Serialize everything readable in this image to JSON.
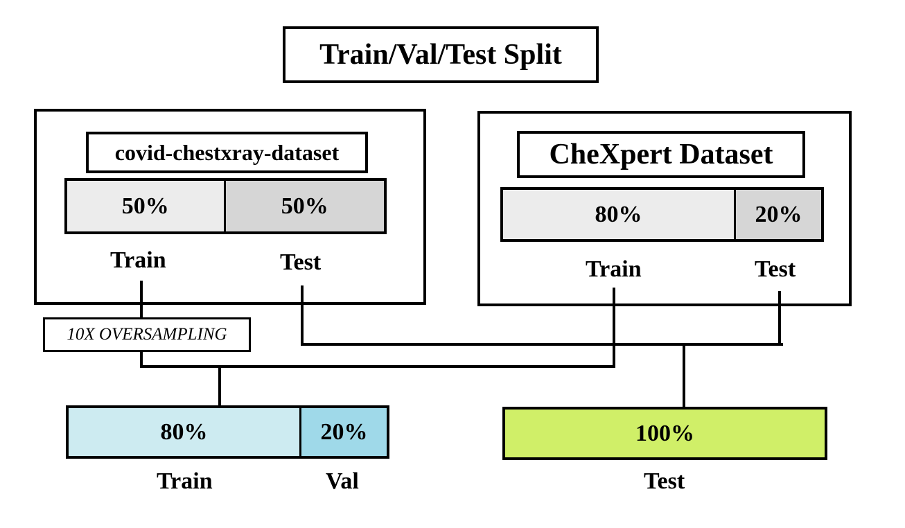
{
  "title": "Train/Val/Test Split",
  "covid": {
    "name": "covid-chestxray-dataset",
    "train_pct": "50%",
    "test_pct": "50%",
    "train_label": "Train",
    "test_label": "Test",
    "train_fraction": 0.5,
    "train_color": "#ececec",
    "test_color": "#d6d6d6"
  },
  "chexpert": {
    "name": "CheXpert Dataset",
    "train_pct": "80%",
    "test_pct": "20%",
    "train_label": "Train",
    "test_label": "Test",
    "train_fraction": 0.8,
    "train_color": "#ececec",
    "test_color": "#d6d6d6"
  },
  "oversampling": "10X OVERSAMPLING",
  "final_train": {
    "train_pct": "80%",
    "val_pct": "20%",
    "train_label": "Train",
    "val_label": "Val",
    "train_fraction": 0.8,
    "train_color": "#cdebf1",
    "val_color": "#9fd9e9"
  },
  "final_test": {
    "pct": "100%",
    "label": "Test",
    "color": "#d0ef68"
  },
  "line_color": "#000000"
}
